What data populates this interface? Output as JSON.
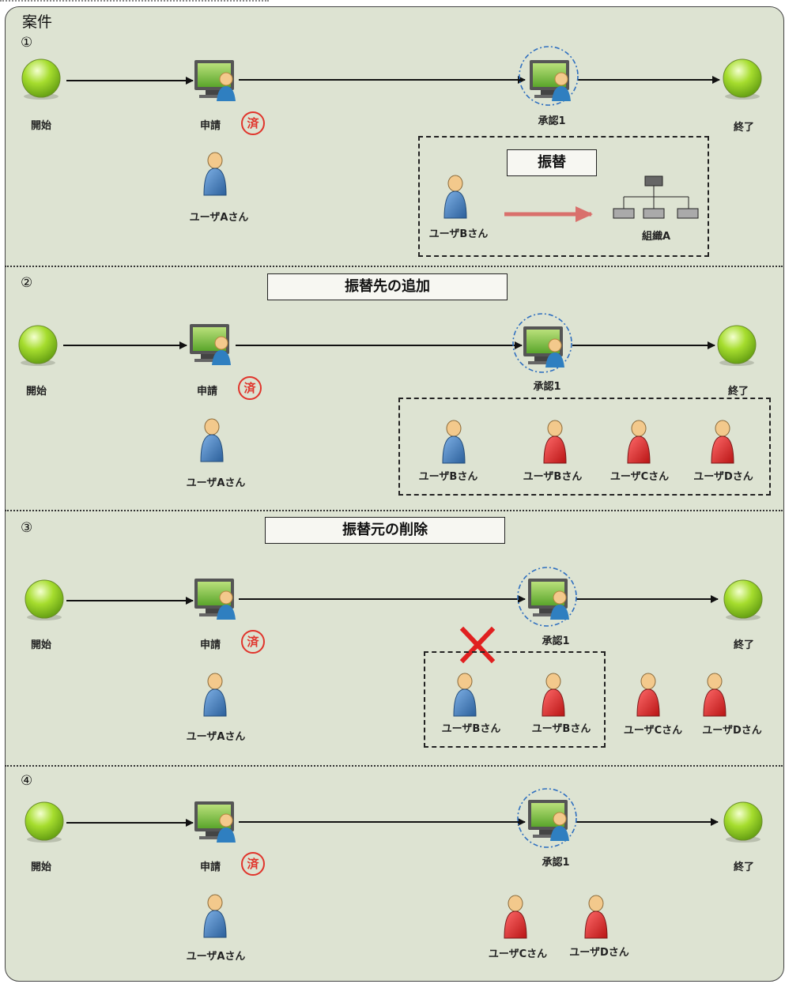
{
  "title": "案件",
  "colors": {
    "background": "#dde3d2",
    "accent_red": "#e0342b",
    "user_blue": "#3f78b5",
    "user_red": "#d62828"
  },
  "panels": [
    {
      "number": "①",
      "banner": "",
      "nodes": {
        "start": "開始",
        "apply": "申請",
        "stamp": "済",
        "approve": "承認1",
        "end": "終了"
      },
      "applicant": "ユーザAさん",
      "transfer_box": {
        "title": "振替",
        "from_user": "ユーザBさん",
        "to_org": "組織A"
      }
    },
    {
      "number": "②",
      "banner": "振替先の追加",
      "nodes": {
        "start": "開始",
        "apply": "申請",
        "stamp": "済",
        "approve": "承認1",
        "end": "終了"
      },
      "applicant": "ユーザAさん",
      "users": [
        "ユーザBさん",
        "ユーザBさん",
        "ユーザCさん",
        "ユーザDさん"
      ]
    },
    {
      "number": "③",
      "banner": "振替元の削除",
      "nodes": {
        "start": "開始",
        "apply": "申請",
        "stamp": "済",
        "approve": "承認1",
        "end": "終了"
      },
      "applicant": "ユーザAさん",
      "users": [
        "ユーザBさん",
        "ユーザBさん",
        "ユーザCさん",
        "ユーザDさん"
      ]
    },
    {
      "number": "④",
      "banner": "",
      "nodes": {
        "start": "開始",
        "apply": "申請",
        "stamp": "済",
        "approve": "承認1",
        "end": "終了"
      },
      "applicant": "ユーザAさん",
      "users": [
        "ユーザCさん",
        "ユーザDさん"
      ]
    }
  ]
}
